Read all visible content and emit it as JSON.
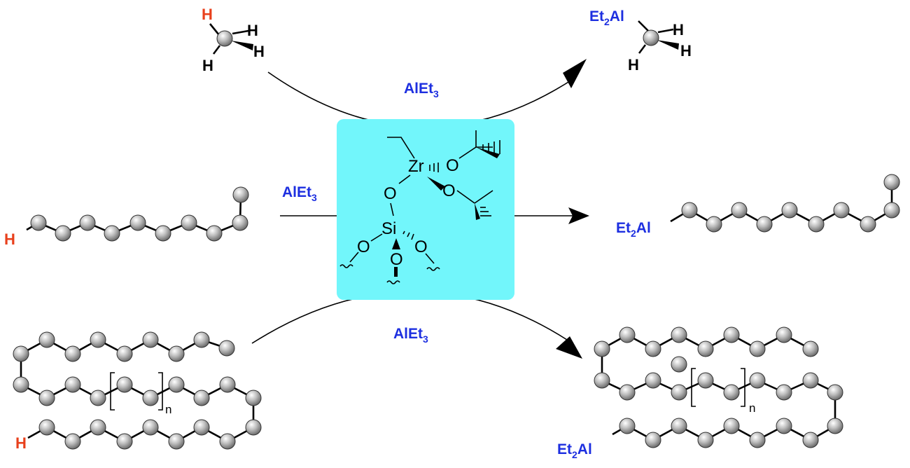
{
  "colors": {
    "reagent": "#1d2fe0",
    "hydrogen": "#e8401c",
    "catalyst_box": "#72f6fb",
    "atom_sphere": "#9a9a9a"
  },
  "reagent": {
    "top": "AlEt",
    "top_sub": "3",
    "middle": "AlEt",
    "middle_sub": "3",
    "bottom": "AlEt",
    "bottom_sub": "3"
  },
  "methane": {
    "h_red": "H",
    "h1": "H",
    "h2": "H",
    "h3": "H"
  },
  "methyl_product": {
    "et2al": "Et",
    "et2al_sub": "2",
    "et2al_tail": "Al",
    "h1": "H",
    "h2": "H",
    "h3": "H"
  },
  "linear_alkane": {
    "h_label": "H"
  },
  "linear_product": {
    "et2al": "Et",
    "et2al_sub": "2",
    "et2al_tail": "Al"
  },
  "polymer": {
    "h_label": "H",
    "repeat_n": "n"
  },
  "polymer_product": {
    "et2al": "Et",
    "et2al_sub": "2",
    "et2al_tail": "Al",
    "repeat_n": "n"
  },
  "catalyst": {
    "zr": "Zr",
    "o_top": "O",
    "o_right": "O",
    "o_link": "O",
    "si": "Si",
    "o_left": "O",
    "o_center": "O",
    "o_right2": "O"
  }
}
